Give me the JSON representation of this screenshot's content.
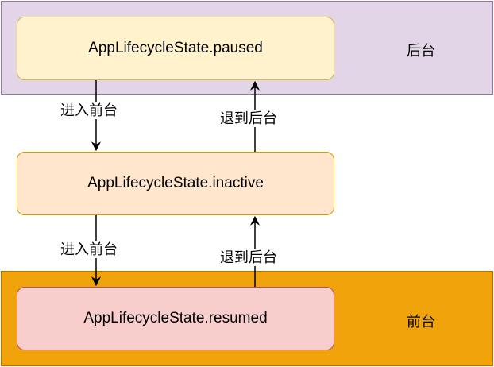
{
  "bands": {
    "background_label": "后台",
    "foreground_label": "前台"
  },
  "nodes": {
    "paused": "AppLifecycleState.paused",
    "inactive": "AppLifecycleState.inactive",
    "resumed": "AppLifecycleState.resumed"
  },
  "edges": {
    "paused_to_inactive": "进入前台",
    "inactive_to_paused": "退到后台",
    "inactive_to_resumed": "进入前台",
    "resumed_to_inactive": "退到后台"
  },
  "colors": {
    "background_band": "#e1d5e7",
    "foreground_band": "#f0a30a",
    "paused_fill": "#fff2cc",
    "inactive_fill": "#ffe6cc",
    "resumed_fill": "#f8cecc"
  }
}
